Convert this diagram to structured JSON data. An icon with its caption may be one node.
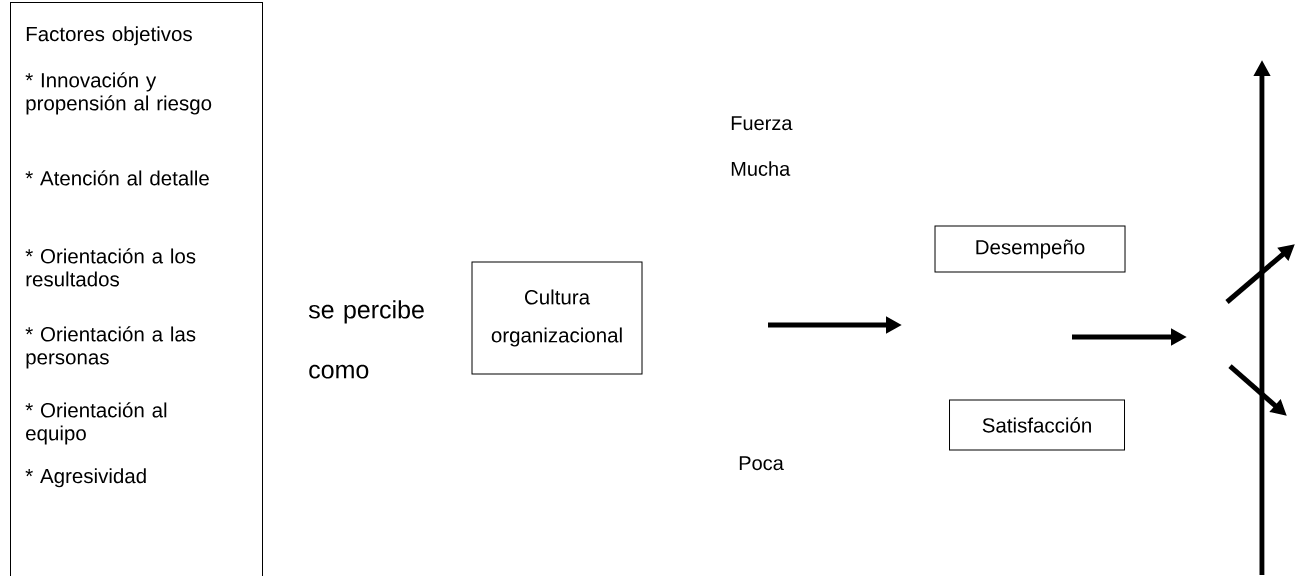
{
  "diagram": {
    "nodes": [
      {
        "text": [
          "Factores objetivos",
          "* Innovación y propensión al riesgo",
          "* Atención al detalle",
          "* Orientación a los resultados",
          "* Orientación a las personas",
          "* Orientación al equipo",
          "* Agresividad"
        ]
      },
      {
        "text": [
          "Cultura organizacional"
        ]
      },
      {
        "text": [
          "Desempeño"
        ]
      },
      {
        "text": [
          "Satisfacción"
        ]
      }
    ],
    "labels": [
      "se percibe como",
      "Fuerza",
      "Mucha",
      "Poca"
    ]
  }
}
